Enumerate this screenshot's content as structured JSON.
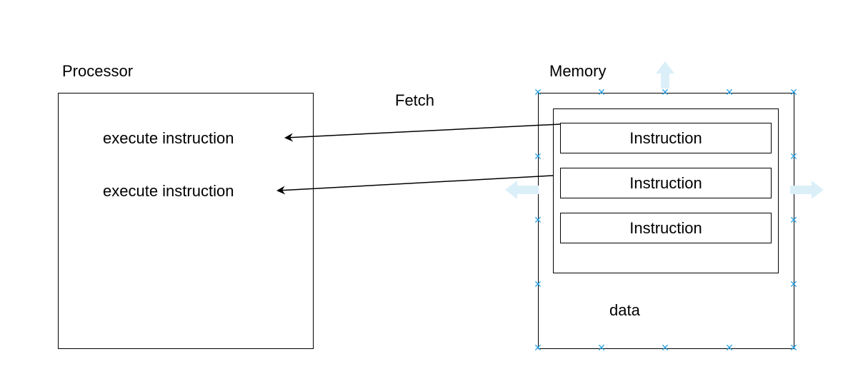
{
  "processor": {
    "title": "Processor",
    "lines": [
      "execute instruction",
      "execute instruction"
    ]
  },
  "fetch_label": "Fetch",
  "memory": {
    "title": "Memory",
    "instructions": [
      "Instruction",
      "Instruction",
      "Instruction"
    ],
    "data_label": "data"
  },
  "colors": {
    "stroke": "#000000",
    "selection_handle": "#2ea3e3",
    "resize_arrow": "#dbeff9"
  },
  "icons": {
    "resize_arrows": [
      "arrow-up-icon",
      "arrow-left-icon",
      "arrow-right-icon"
    ],
    "selection_handles": "x-handle-icon"
  }
}
